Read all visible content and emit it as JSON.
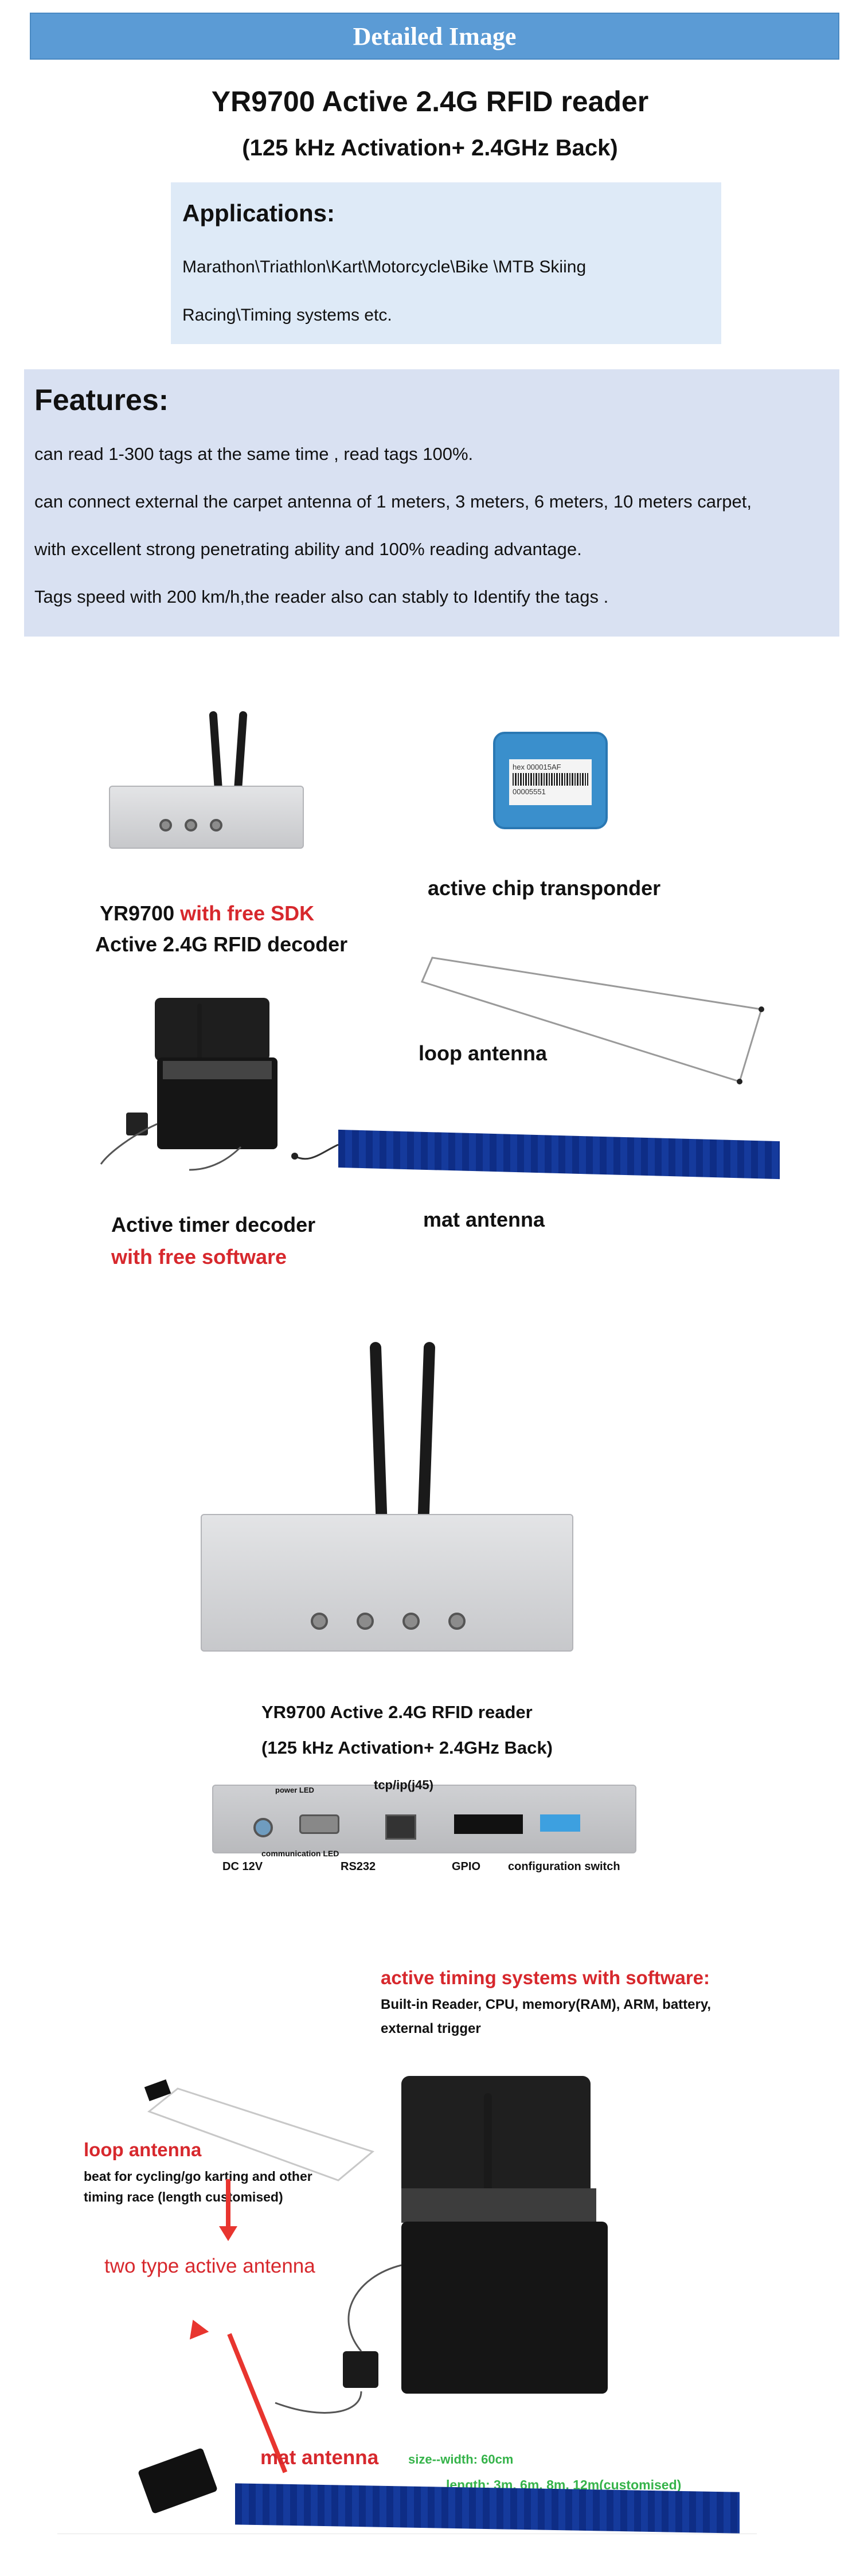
{
  "header": {
    "title": "Detailed Image"
  },
  "product": {
    "title": "YR9700 Active 2.4G RFID reader",
    "subtitle": "(125 kHz Activation+ 2.4GHz Back)"
  },
  "applications": {
    "heading": "Applications:",
    "line1": "Marathon\\Triathlon\\Kart\\Motorcycle\\Bike \\MTB Skiing",
    "line2": "Racing\\Timing systems etc."
  },
  "features": {
    "heading": "Features:",
    "items": [
      "can read 1-300 tags at the same time , read tags 100%.",
      "can connect external the carpet antenna of 1 meters, 3 meters, 6 meters, 10 meters carpet,",
      "with excellent strong penetrating ability and 100% reading advantage.",
      "Tags speed with 200 km/h,the reader also can stably to Identify the tags ."
    ]
  },
  "overview": {
    "reader_model": "YR9700",
    "reader_sdk": "with free SDK",
    "reader_desc": "Active 2.4G RFID decoder",
    "tag_label_1": "hex 000015AF",
    "tag_label_2": "00005551",
    "transponder": "active chip transponder",
    "loop_antenna": "loop antenna",
    "timer_decoder": "Active timer decoder",
    "timer_software": "with free software",
    "mat_antenna": "mat antenna"
  },
  "reader_detail": {
    "caption1": "YR9700 Active 2.4G RFID reader",
    "caption2": "(125 kHz Activation+ 2.4GHz Back)",
    "power_led": "power LED",
    "tcp": "tcp/ip(j45)",
    "comm_led": "communication LED",
    "dc": "DC 12V",
    "rs232": "RS232",
    "gpio": "GPIO",
    "config": "configuration switch"
  },
  "system": {
    "title": "active timing systems with software:",
    "desc1": "Built-in Reader, CPU, memory(RAM), ARM, battery,",
    "desc2": "external trigger",
    "loop_title": "loop antenna",
    "loop_desc1": "beat for cycling/go karting and other",
    "loop_desc2": "timing race (length customised)",
    "two_type": "two type active antenna",
    "mat_title": "mat antenna",
    "size_width": "size--width: 60cm",
    "size_length": "length: 3m, 6m, 8m, 12m(customised)"
  }
}
